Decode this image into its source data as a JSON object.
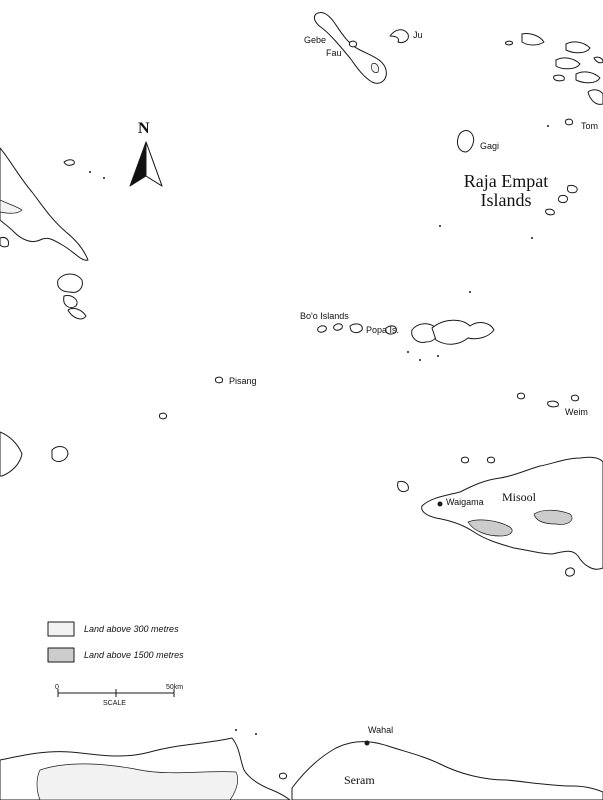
{
  "map": {
    "colors": {
      "coast": "#1a1a1a",
      "land_above_300": "#f2f2f2",
      "land_above_1500": "#cccccc",
      "background": "#ffffff"
    },
    "north_arrow": {
      "letter": "N"
    },
    "region_label": {
      "line1": "Raja Empat",
      "line2": "Islands"
    },
    "places": {
      "gebe": "Gebe",
      "fau": "Fau",
      "ju": "Ju",
      "tom": "Tom",
      "gagi": "Gagi",
      "bo_o_islands": "Bo'o Islands",
      "popa_is": "Popa Is.",
      "pisang": "Pisang",
      "weim": "Weim",
      "waigama": "Waigama",
      "misool": "Misool",
      "wahal": "Wahal",
      "seram": "Seram"
    },
    "legend": {
      "above_300": "Land above 300 metres",
      "above_1500": "Land above 1500 metres"
    },
    "scale": {
      "start": "0",
      "end": "50km",
      "title": "SCALE"
    }
  }
}
